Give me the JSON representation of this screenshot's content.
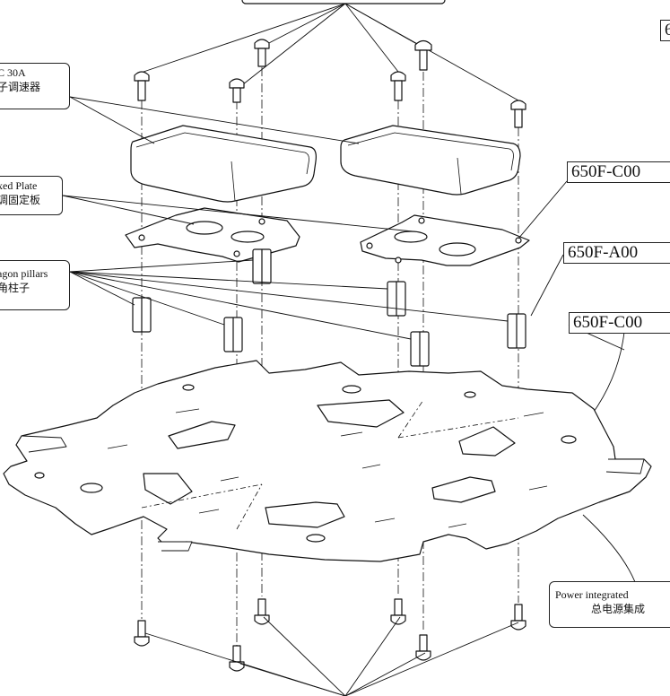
{
  "labels": {
    "esc_line1": "C 30A",
    "esc_line2": "子调速器",
    "plate_line1": "xed Plate",
    "plate_line2": "调固定板",
    "pillar_line1": "agon pillars",
    "pillar_line2": "角柱子",
    "power_line1": "Power integrated",
    "power_line2": "总电源集成"
  },
  "part_numbers": {
    "top_right": "6",
    "part_a": "650F-C00",
    "part_b": "650F-A00",
    "part_c": "650F-C00"
  },
  "colors": {
    "line": "#111111",
    "background": "#ffffff"
  }
}
